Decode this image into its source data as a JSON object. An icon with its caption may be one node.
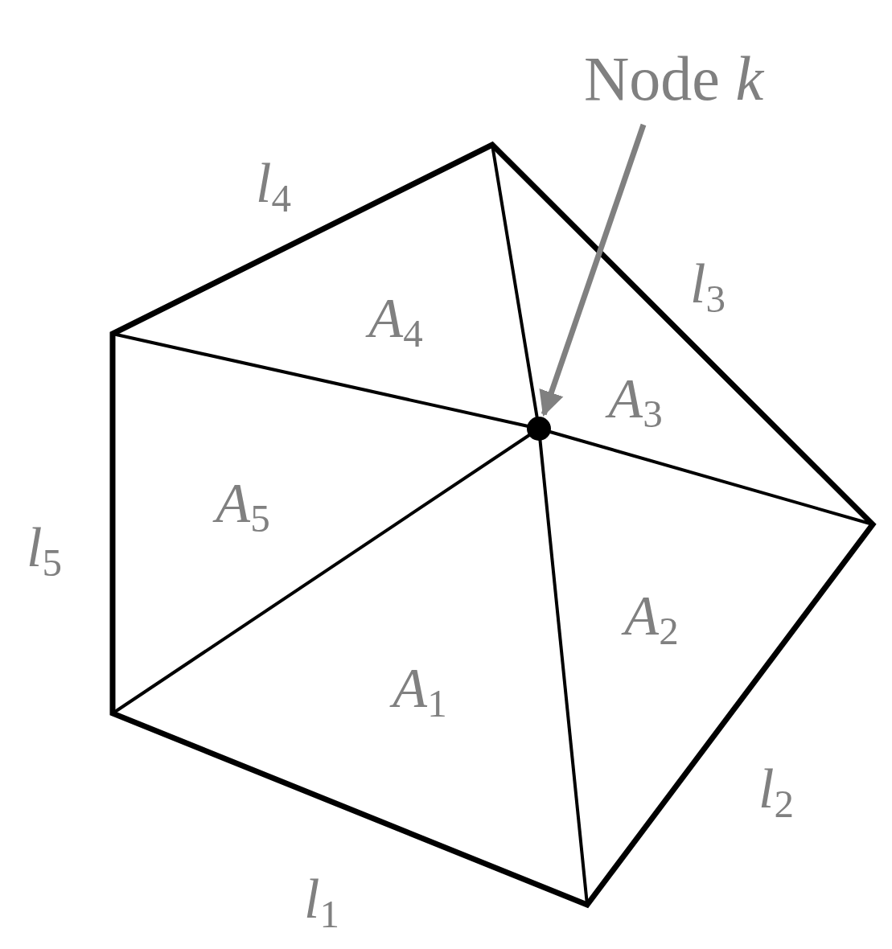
{
  "diagram": {
    "nodes": [
      {
        "text": [
          "Node *k*"
        ]
      },
      {
        "text": [],
        "shape": "circle"
      }
    ],
    "edges": [
      {
        "from": 0,
        "to": 1,
        "arrow": "to"
      }
    ],
    "labels": [
      "*l*$_{4}$",
      "*l*$_{3}$",
      "*A*$_{4}$",
      "*A*$_{3}$",
      "*A*$_{5}$",
      "*l*$_{5}$",
      "*A*$_{2}$",
      "*A*$_{1}$",
      "*l*$_{2}$",
      "*l*$_{1}$"
    ]
  }
}
